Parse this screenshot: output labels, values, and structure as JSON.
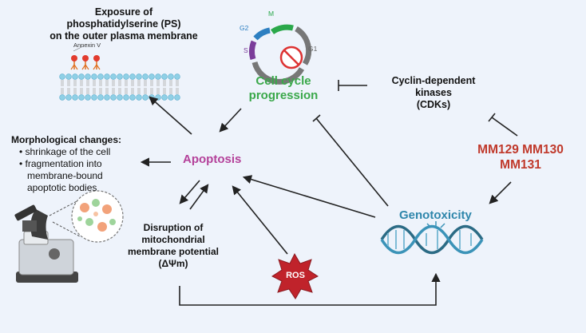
{
  "ps_exposure": {
    "lines": [
      "Exposure of",
      "phosphatidylserine (PS)",
      "on the outer plasma membrane"
    ],
    "marker_label": "Annexin V"
  },
  "cell_cycle": {
    "phases": [
      "M",
      "G2",
      "S",
      "G1"
    ],
    "label_lines": [
      "Cell cycle",
      "progression"
    ],
    "color": "#4caf50"
  },
  "cdks": {
    "lines": [
      "Cyclin-dependent",
      "kinases",
      "(CDKs)"
    ]
  },
  "compounds": {
    "lines": [
      "MM129 MM130",
      "MM131"
    ],
    "color": "#c0392b"
  },
  "morphology": {
    "title": "Morphological changes:",
    "items": [
      "shrinkage of the cell",
      "fragmentation into",
      "membrane-bound",
      "apoptotic bodies"
    ]
  },
  "apoptosis": {
    "label": "Apoptosis",
    "color": "#b4419a"
  },
  "mitochondria": {
    "lines": [
      "Disruption of",
      "mitochondrial",
      "membrane potential",
      "(ΔΨm)"
    ]
  },
  "genotoxicity": {
    "label": "Genotoxicity",
    "color": "#2e86ab"
  },
  "ros": {
    "label": "ROS",
    "color": "#c0232b"
  }
}
